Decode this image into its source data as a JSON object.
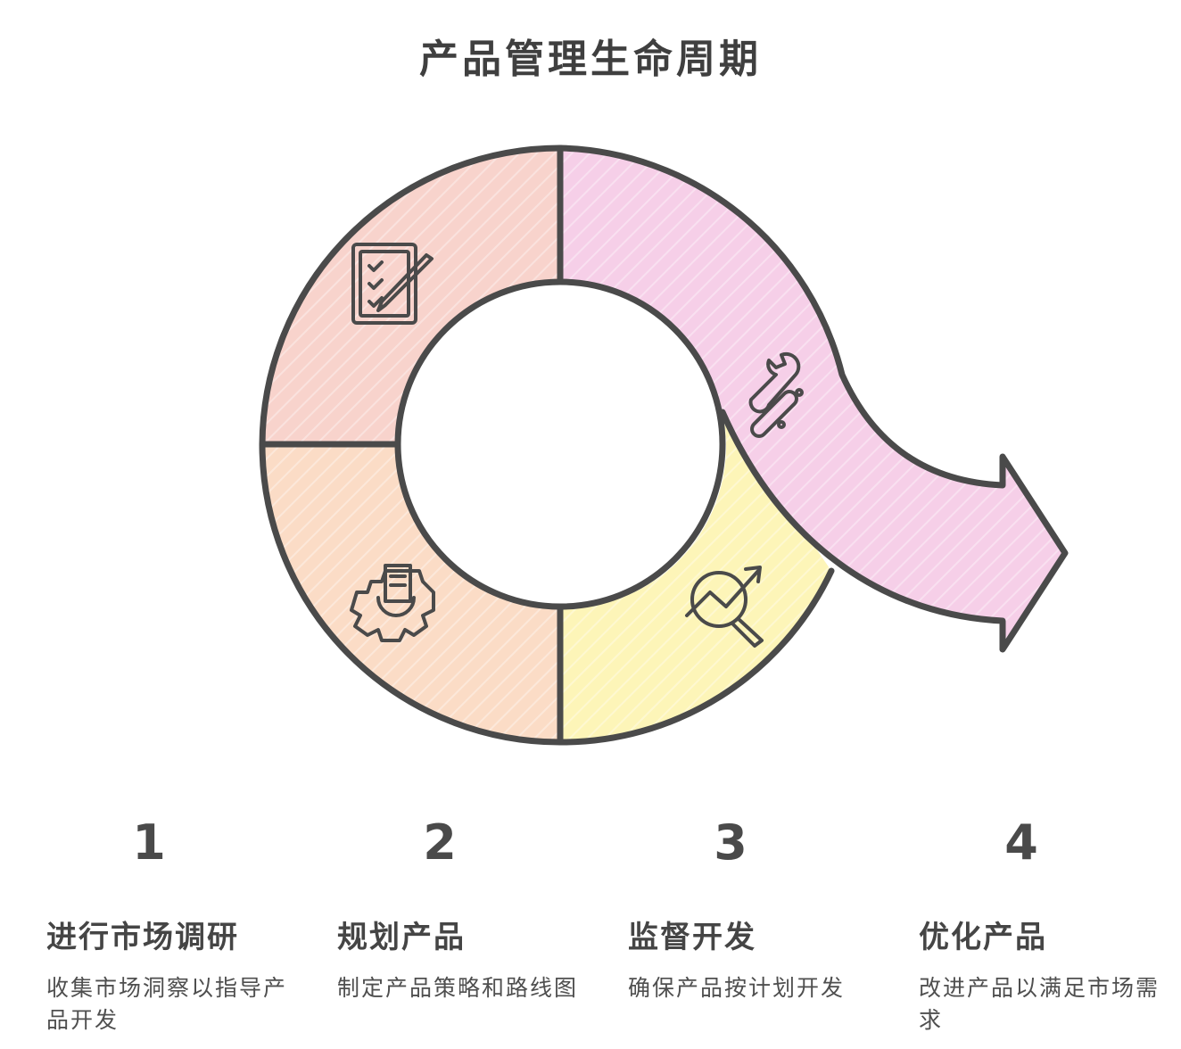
{
  "title": "产品管理生命周期",
  "colors": {
    "stroke": "#4a4a4a",
    "segment_1": "#f8d3cc",
    "segment_2": "#fbdcc6",
    "segment_3": "#fdf5b8",
    "segment_4": "#f6cfe8"
  },
  "steps": [
    {
      "number": "1",
      "title": "进行市场调研",
      "description": "收集市场洞察以指导产品开发",
      "icon": "clipboard-pencil-icon"
    },
    {
      "number": "2",
      "title": "规划产品",
      "description": "制定产品策略和路线图",
      "icon": "gear-document-icon"
    },
    {
      "number": "3",
      "title": "监督开发",
      "description": "确保产品按计划开发",
      "icon": "magnifier-trend-icon"
    },
    {
      "number": "4",
      "title": "优化产品",
      "description": "改进产品以满足市场需求",
      "icon": "wrench-tools-icon"
    }
  ]
}
